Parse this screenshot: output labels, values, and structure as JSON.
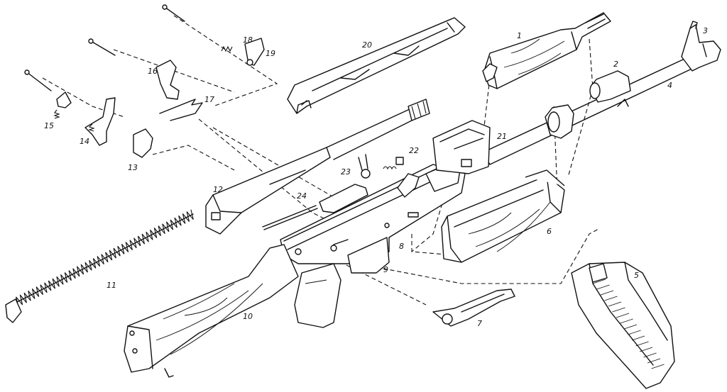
{
  "parts": [
    {
      "id": "front-handguard",
      "number": "1"
    },
    {
      "id": "gas-block",
      "number": "2"
    },
    {
      "id": "front-sight",
      "number": "3"
    },
    {
      "id": "barrel",
      "number": "4"
    },
    {
      "id": "magazine",
      "number": "5"
    },
    {
      "id": "lower-handguard",
      "number": "6"
    },
    {
      "id": "cleaning-rod",
      "number": "7"
    },
    {
      "id": "receiver",
      "number": "8"
    },
    {
      "id": "trigger-guard",
      "number": "9"
    },
    {
      "id": "buttstock",
      "number": "10"
    },
    {
      "id": "recoil-spring",
      "number": "11"
    },
    {
      "id": "bolt-carrier",
      "number": "12"
    },
    {
      "id": "trigger",
      "number": "13"
    },
    {
      "id": "hammer",
      "number": "14"
    },
    {
      "id": "disconnector",
      "number": "15"
    },
    {
      "id": "rate-reducer",
      "number": "16"
    },
    {
      "id": "trigger-spring",
      "number": "17"
    },
    {
      "id": "small-spring",
      "number": "18"
    },
    {
      "id": "spring-retainer",
      "number": "19"
    },
    {
      "id": "receiver-cover",
      "number": "20"
    },
    {
      "id": "rear-sight",
      "number": "21"
    },
    {
      "id": "firing-pin-spring",
      "number": "22"
    },
    {
      "id": "bolt",
      "number": "23"
    },
    {
      "id": "firing-pin",
      "number": "24"
    }
  ]
}
